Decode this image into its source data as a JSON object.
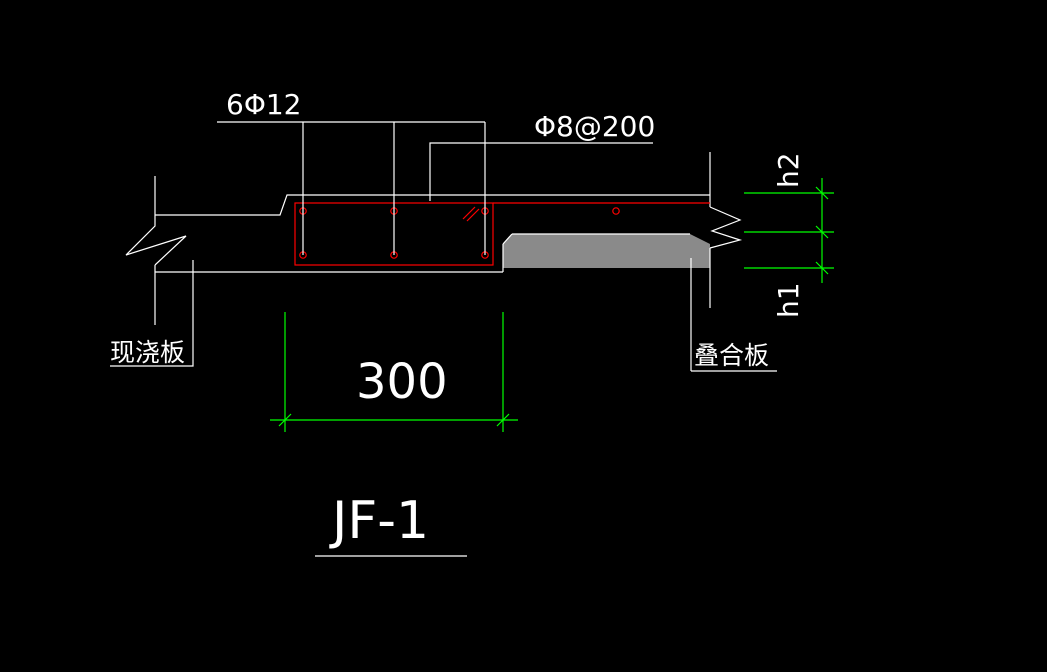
{
  "labels": {
    "rebar_main": "6Φ12",
    "rebar_stirrup": "Φ8@200",
    "cast_in_place_slab": "现浇板",
    "composite_slab": "叠合板",
    "dimension": "300",
    "h2": "h2",
    "h1": "h1",
    "detail_title": "JF-1"
  },
  "colors": {
    "background": "#000000",
    "line": "#ffffff",
    "rebar": "#ff0000",
    "dimension": "#00ff00",
    "precast_fill": "#8a8a8a"
  }
}
